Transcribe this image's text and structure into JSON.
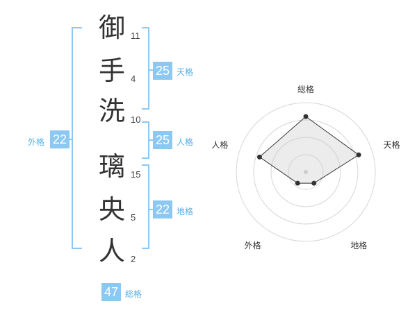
{
  "name": {
    "characters": [
      {
        "char": "御",
        "strokes": "11"
      },
      {
        "char": "手",
        "strokes": "4"
      },
      {
        "char": "洗",
        "strokes": "10"
      },
      {
        "char": "璃",
        "strokes": "15"
      },
      {
        "char": "央",
        "strokes": "5"
      },
      {
        "char": "人",
        "strokes": "2"
      }
    ]
  },
  "fortune": {
    "tenkaku": {
      "value": "25",
      "label": "天格"
    },
    "jinkaku": {
      "value": "25",
      "label": "人格"
    },
    "chikaku": {
      "value": "22",
      "label": "地格"
    },
    "gaikaku": {
      "value": "22",
      "label": "外格"
    },
    "soukaku": {
      "value": "47",
      "label": "総格"
    }
  },
  "chart_data": {
    "type": "radar",
    "axes": [
      "総格",
      "天格",
      "地格",
      "外格",
      "人格"
    ],
    "values": [
      4,
      4,
      1,
      1,
      3.5
    ],
    "rmax": 5,
    "rings": 4
  },
  "colors": {
    "bracket": "#8cc8f2",
    "badge": "#8cc8f2",
    "label": "#58b1ea"
  }
}
